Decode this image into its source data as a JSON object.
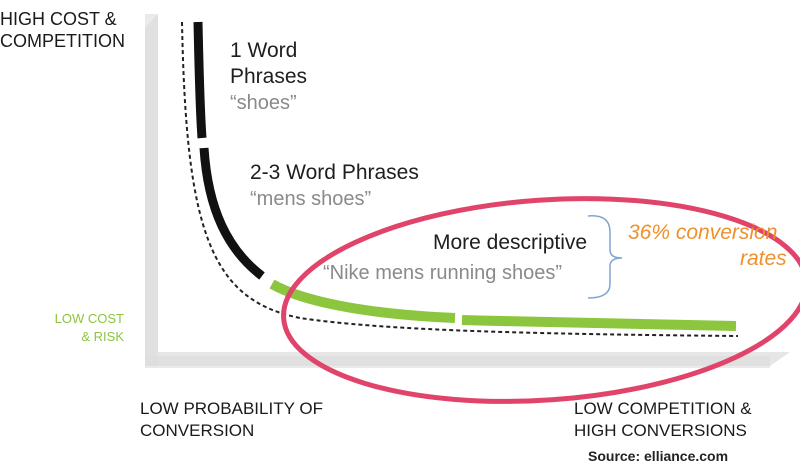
{
  "axis_labels": {
    "top_left_line1": "HIGH COST &",
    "top_left_line2": "COMPETITION",
    "left_low_line1": "LOW COST",
    "left_low_line2": "& RISK",
    "bottom_left_line1": "LOW PROBABILITY OF",
    "bottom_left_line2": "CONVERSION",
    "bottom_right_line1": "LOW COMPETITION &",
    "bottom_right_line2": "HIGH CONVERSIONS"
  },
  "segments": [
    {
      "title_line1": "1 Word",
      "title_line2": "Phrases",
      "example": "“shoes”"
    },
    {
      "title": "2-3 Word Phrases",
      "example": "“mens shoes”"
    },
    {
      "title": "More descriptive",
      "example": "“Nike mens running shoes”"
    }
  ],
  "callout": {
    "line1": "36% conversion",
    "line2": "rates"
  },
  "source": "Source: elliance.com",
  "colors": {
    "head_curve": "#111111",
    "tail_curve": "#8cc63f",
    "highlight_ellipse": "#e0446a",
    "callout_text": "#f0902a",
    "axes": "#e3e3e3",
    "bracket": "#7fa6cf"
  }
}
